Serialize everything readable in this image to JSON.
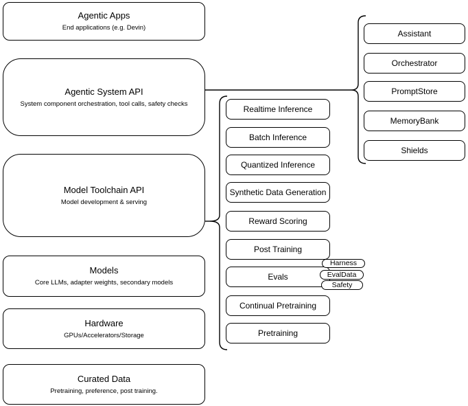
{
  "diagram": {
    "colors": {
      "background": "#ffffff",
      "stroke": "#000000",
      "fill": "#ffffff",
      "text": "#000000"
    },
    "left_stack": [
      {
        "title": "Agentic Apps",
        "subtitle": "End applications (e.g. Devin)"
      },
      {
        "title": "Agentic System API",
        "subtitle": "System component orchestration, tool calls, safety checks"
      },
      {
        "title": "Model Toolchain API",
        "subtitle": "Model development & serving"
      },
      {
        "title": "Models",
        "subtitle": "Core LLMs, adapter weights, secondary models"
      },
      {
        "title": "Hardware",
        "subtitle": "GPUs/Accelerators/Storage"
      },
      {
        "title": "Curated Data",
        "subtitle": "Pretraining, preference, post training."
      }
    ],
    "toolchain_items": [
      "Realtime Inference",
      "Batch Inference",
      "Quantized Inference",
      "Synthetic Data Generation",
      "Reward Scoring",
      "Post Training",
      "Evals",
      "Continual Pretraining",
      "Pretraining"
    ],
    "evals_tags": [
      "Harness",
      "EvalData",
      "Safety"
    ],
    "system_components": [
      "Assistant",
      "Orchestrator",
      "PromptStore",
      "MemoryBank",
      "Shields"
    ]
  }
}
